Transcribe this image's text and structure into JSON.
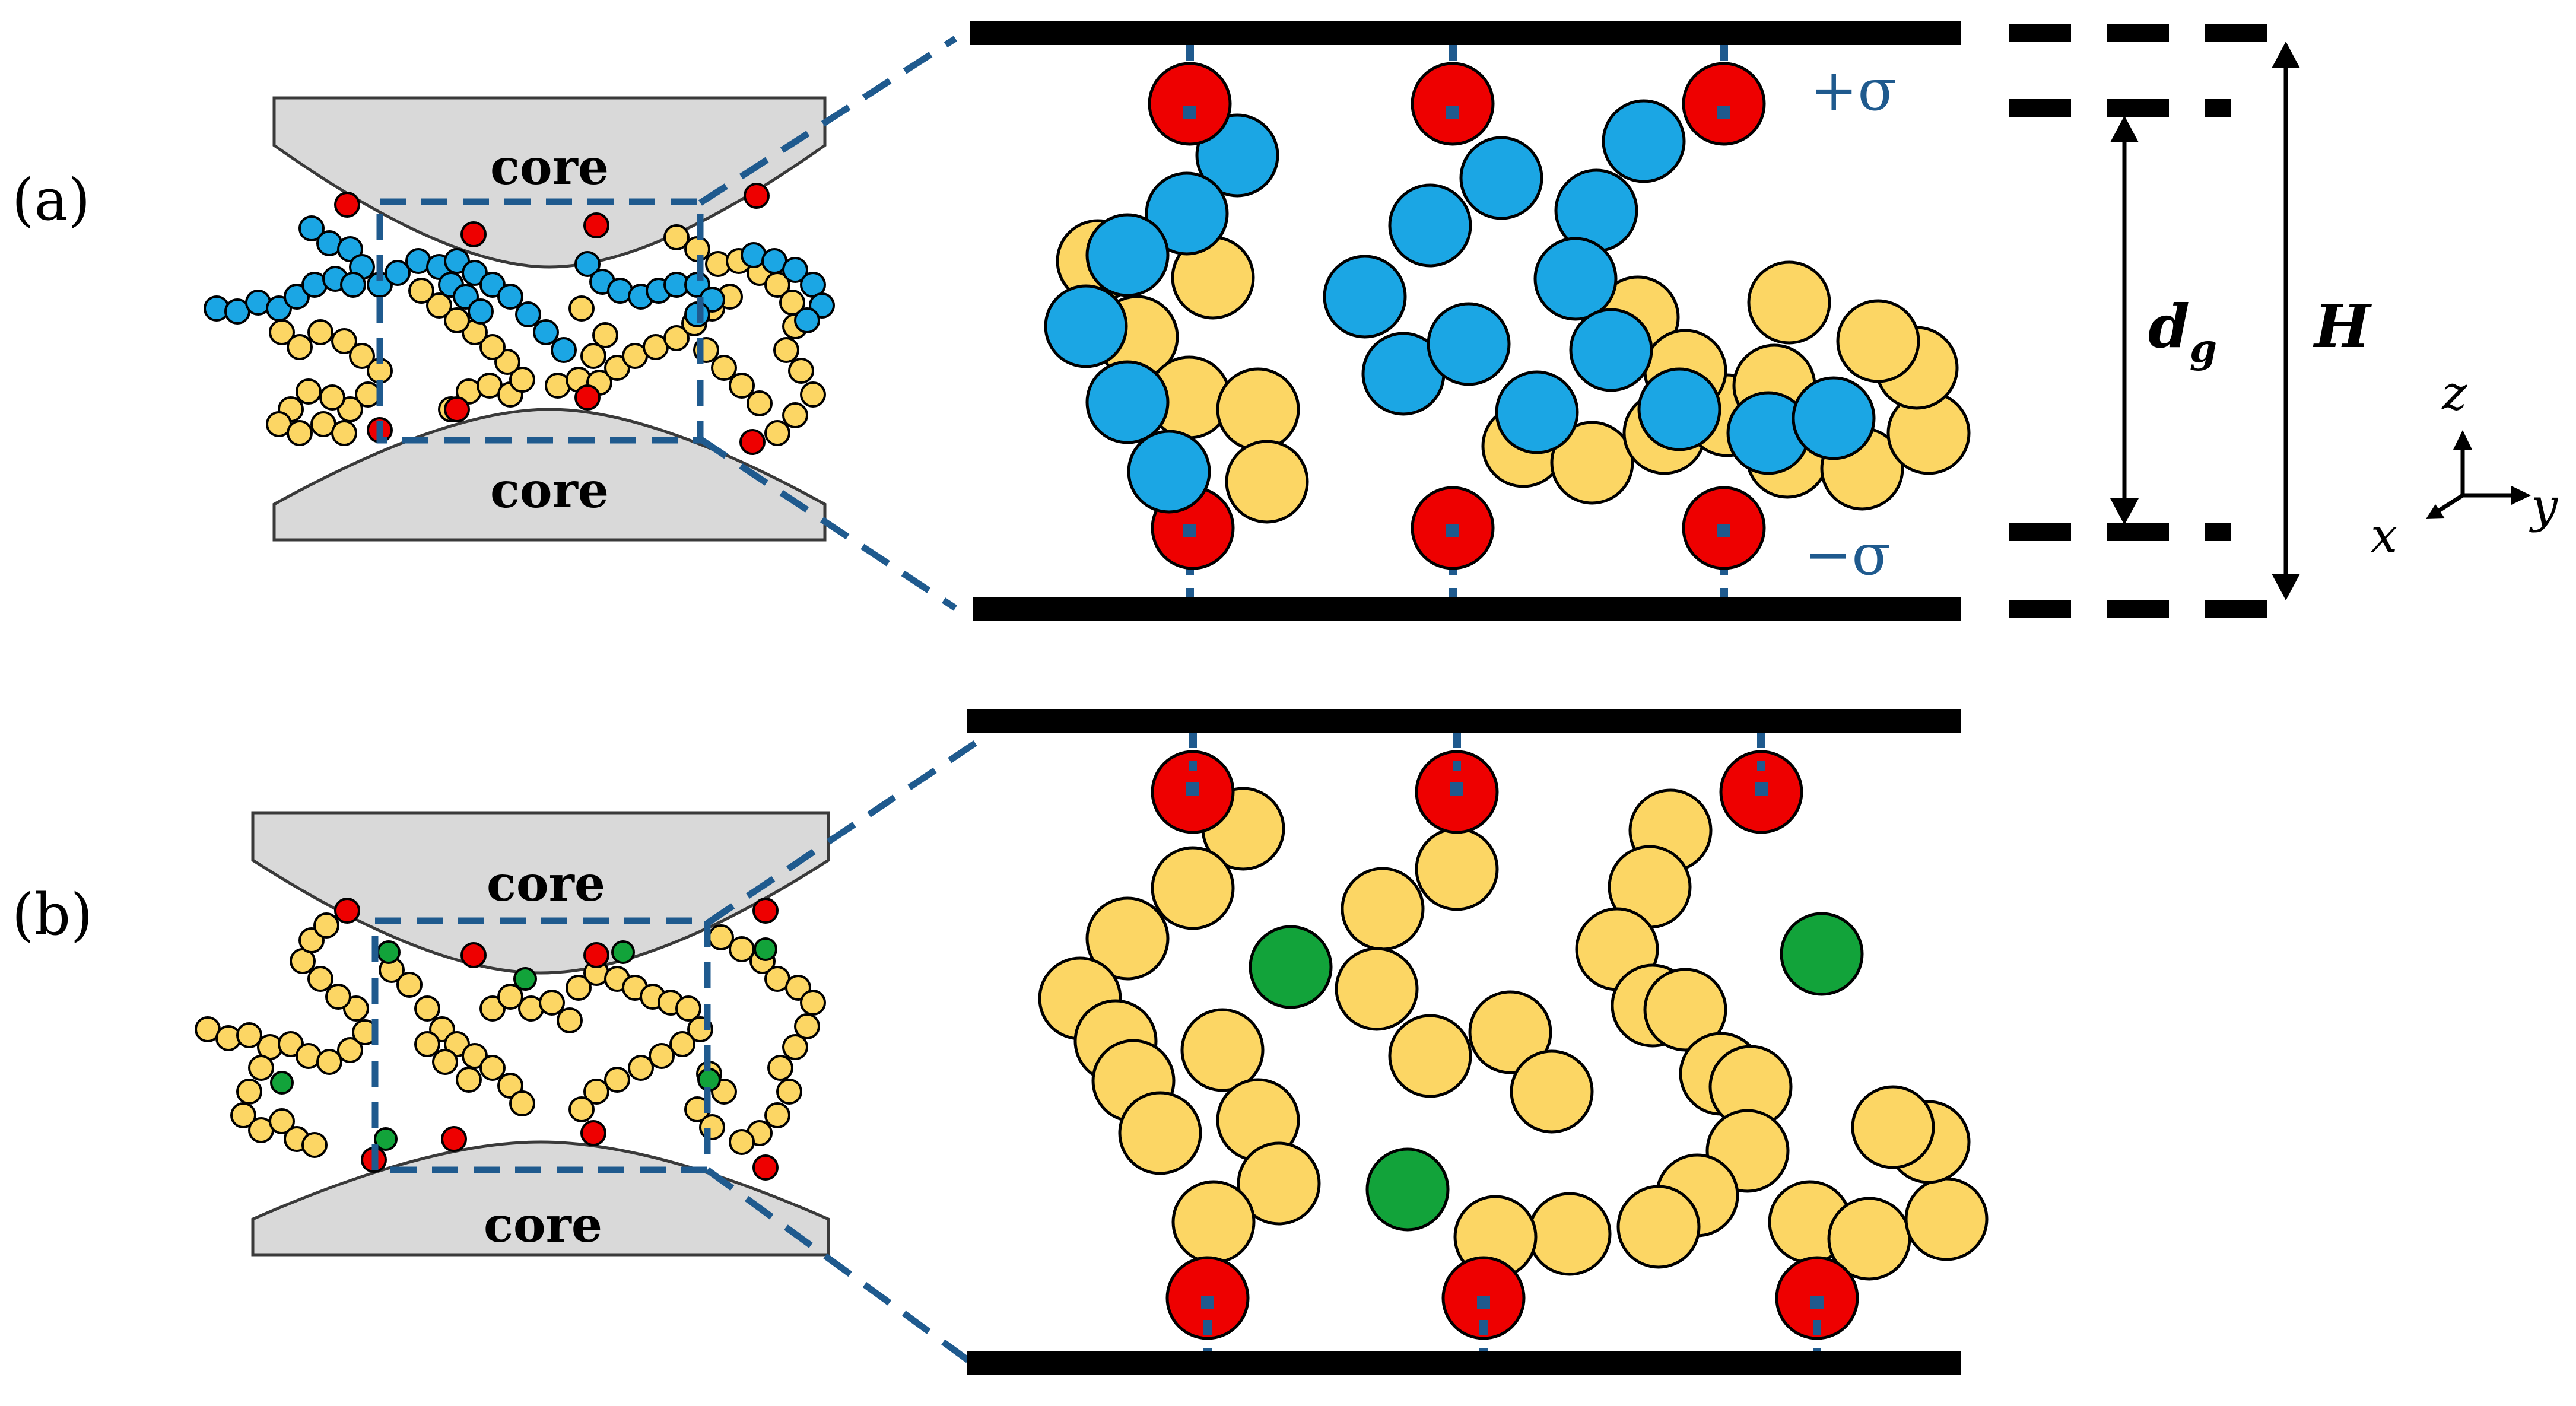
{
  "figure": {
    "panel_a_label": "(a)",
    "panel_b_label": "(b)",
    "core_top_a": "core",
    "core_bottom_a": "core",
    "core_top_b": "core",
    "core_bottom_b": "core",
    "sigma_plus": "+σ",
    "sigma_minus": "−σ",
    "gap_symbol": "d",
    "gap_subscript": "g",
    "height_symbol": "H",
    "axis_z": "z",
    "axis_y": "y",
    "axis_x": "x",
    "colors": {
      "anchor_bead": "#ee0000",
      "polymer_a_bead": "#1ba6e4",
      "polymer_b_bead": "#fcd664",
      "counterion": "#12a33a",
      "core_fill": "#d9d9d9",
      "dashed_box": "#1f5a8e",
      "sigma_text": "#1f5a8e",
      "wall": "#000000"
    }
  }
}
